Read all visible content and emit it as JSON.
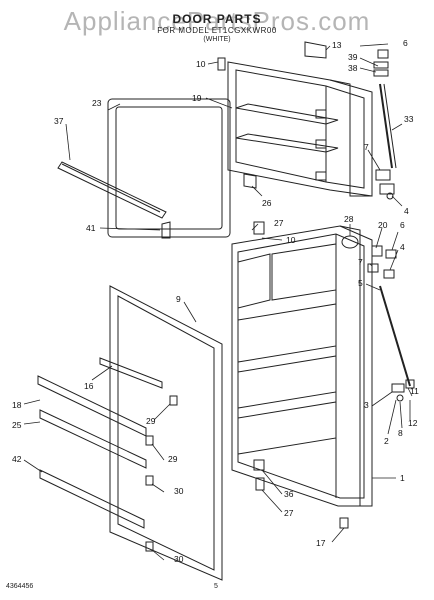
{
  "watermark": "AppliancePartsPros.com",
  "header": {
    "title": "DOOR PARTS",
    "subtitle": "FOR MODEL ET1CGXKWR00",
    "subtitle2": "(WHITE)"
  },
  "footer": {
    "left": "4364456",
    "center": "5"
  },
  "callouts": [
    {
      "id": "c13",
      "label": "13"
    },
    {
      "id": "c6a",
      "label": "6"
    },
    {
      "id": "c39",
      "label": "39"
    },
    {
      "id": "c38",
      "label": "38"
    },
    {
      "id": "c10a",
      "label": "10"
    },
    {
      "id": "c23",
      "label": "23"
    },
    {
      "id": "c19",
      "label": "19"
    },
    {
      "id": "c33",
      "label": "33"
    },
    {
      "id": "c37",
      "label": "37"
    },
    {
      "id": "c7a",
      "label": "7"
    },
    {
      "id": "c26",
      "label": "26"
    },
    {
      "id": "c4a",
      "label": "4"
    },
    {
      "id": "c41",
      "label": "41"
    },
    {
      "id": "c27a",
      "label": "27"
    },
    {
      "id": "c10b",
      "label": "10"
    },
    {
      "id": "c28",
      "label": "28"
    },
    {
      "id": "c20",
      "label": "20"
    },
    {
      "id": "c6b",
      "label": "6"
    },
    {
      "id": "c7b",
      "label": "7"
    },
    {
      "id": "c4b",
      "label": "4"
    },
    {
      "id": "c5",
      "label": "5"
    },
    {
      "id": "c9",
      "label": "9"
    },
    {
      "id": "c16",
      "label": "16"
    },
    {
      "id": "c18",
      "label": "18"
    },
    {
      "id": "c29a",
      "label": "29"
    },
    {
      "id": "c25",
      "label": "25"
    },
    {
      "id": "c29b",
      "label": "29"
    },
    {
      "id": "c42",
      "label": "42"
    },
    {
      "id": "c30a",
      "label": "30"
    },
    {
      "id": "c36",
      "label": "36"
    },
    {
      "id": "c27b",
      "label": "27"
    },
    {
      "id": "c17",
      "label": "17"
    },
    {
      "id": "c30b",
      "label": "30"
    },
    {
      "id": "c3",
      "label": "3"
    },
    {
      "id": "c11",
      "label": "11"
    },
    {
      "id": "c2",
      "label": "2"
    },
    {
      "id": "c8",
      "label": "8"
    },
    {
      "id": "c12",
      "label": "12"
    },
    {
      "id": "c1",
      "label": "1"
    }
  ]
}
